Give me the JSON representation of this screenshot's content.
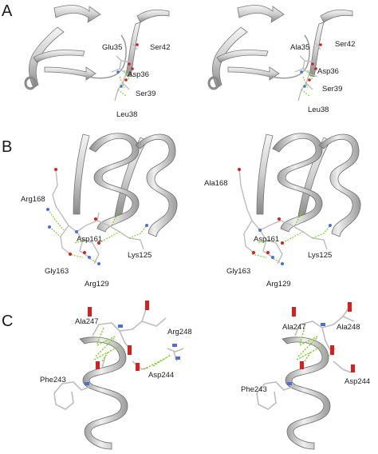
{
  "panels": {
    "a": {
      "letter": "A",
      "left": {
        "labels": [
          "Glu35",
          "Ser42",
          "Asp36",
          "Ser39",
          "Leu38"
        ]
      },
      "right": {
        "labels": [
          "Ala35",
          "Ser42",
          "Asp36",
          "Ser39",
          "Leu38"
        ]
      }
    },
    "b": {
      "letter": "B",
      "left": {
        "labels": [
          "Arg168",
          "Asp161",
          "Lys125",
          "Gly163",
          "Arg129"
        ]
      },
      "right": {
        "labels": [
          "Ala168",
          "Asp161",
          "Lys125",
          "Gly163",
          "Arg129"
        ]
      }
    },
    "c": {
      "letter": "C",
      "left": {
        "labels": [
          "Ala247",
          "Arg248",
          "Asp244",
          "Phe243"
        ]
      },
      "right": {
        "labels": [
          "Ala247",
          "Ala248",
          "Asp244",
          "Phe243"
        ]
      }
    }
  },
  "colors": {
    "ribbon": "#d8d8d8",
    "ribbon_edge": "#7a7a7a",
    "stick": "#bdbdbd",
    "oxygen": "#d62020",
    "nitrogen": "#4a6fd8",
    "hbond": "#7ed321"
  }
}
